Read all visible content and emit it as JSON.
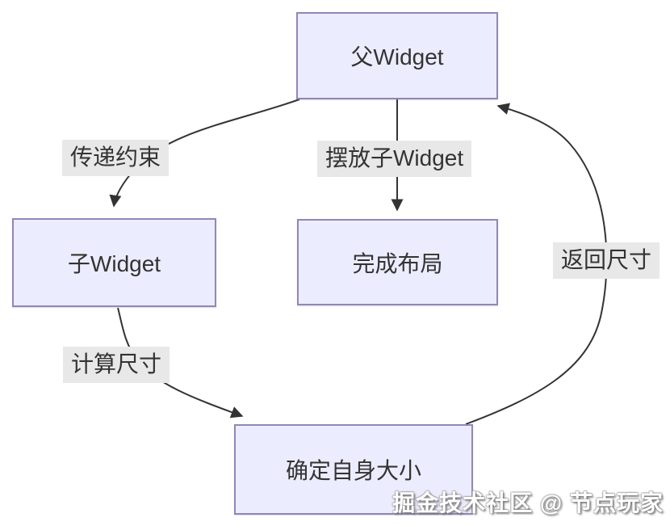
{
  "diagram": {
    "type": "flowchart",
    "nodes": [
      {
        "id": "parent",
        "label": "父Widget"
      },
      {
        "id": "child",
        "label": "子Widget"
      },
      {
        "id": "layout",
        "label": "完成布局"
      },
      {
        "id": "size",
        "label": "确定自身大小"
      }
    ],
    "edges": [
      {
        "from": "parent",
        "to": "child",
        "label": "传递约束"
      },
      {
        "from": "parent",
        "to": "layout",
        "label": "摆放子Widget"
      },
      {
        "from": "child",
        "to": "size",
        "label": "计算尺寸"
      },
      {
        "from": "size",
        "to": "parent",
        "label": "返回尺寸"
      }
    ],
    "colors": {
      "node_fill": "#ECECFF",
      "node_border": "#9287B6",
      "edge_line": "#333333",
      "edge_label_bg": "#E8E8E8",
      "text": "#333333"
    }
  },
  "watermark": "掘金技术社区 @ 节点玩家"
}
